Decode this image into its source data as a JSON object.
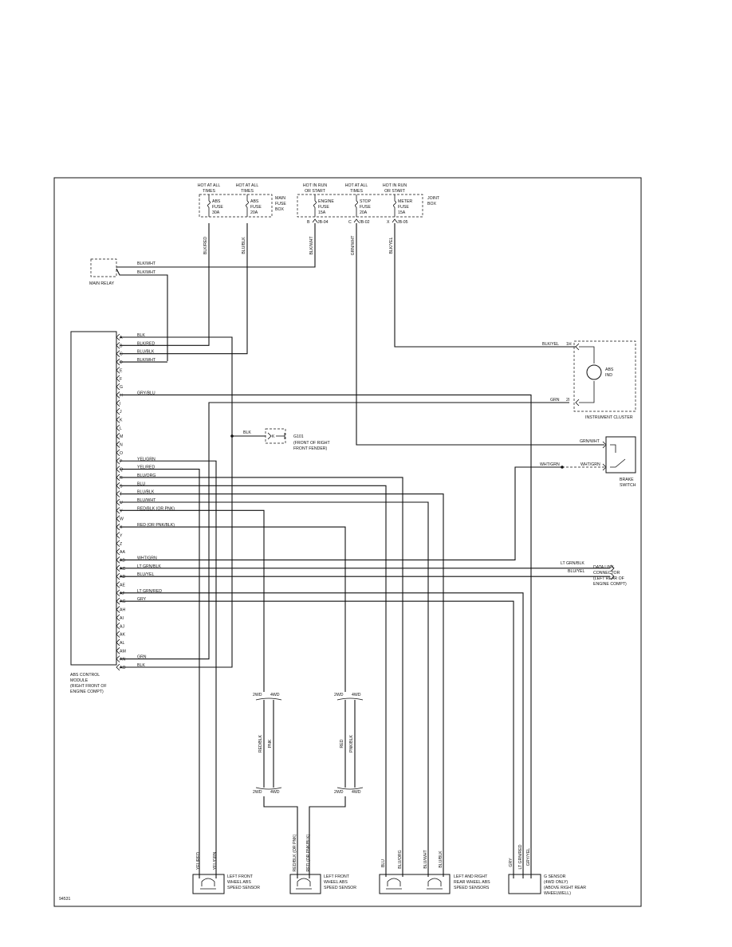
{
  "fig_id": "94531",
  "fuses": [
    {
      "hot": [
        "HOT AT ALL",
        "TIMES"
      ],
      "name": [
        "ABS",
        "FUSE",
        "30A"
      ]
    },
    {
      "hot": [
        "HOT AT ALL",
        "TIMES"
      ],
      "name": [
        "ABS",
        "FUSE",
        "20A"
      ]
    },
    {
      "hot": [
        "HOT IN RUN",
        "OR START"
      ],
      "name": [
        "ENGINE",
        "FUSE",
        "15A"
      ]
    },
    {
      "hot": [
        "HOT AT ALL",
        "TIMES"
      ],
      "name": [
        "STOP",
        "FUSE",
        "20A"
      ]
    },
    {
      "hot": [
        "HOT IN RUN",
        "OR START"
      ],
      "name": [
        "METER",
        "FUSE",
        "15A"
      ]
    }
  ],
  "main_fuse_box": [
    "MAIN",
    "FUSE",
    "BOX"
  ],
  "joint_box": [
    "JOINT",
    "BOX"
  ],
  "jb_pins": [
    {
      "pin": "B",
      "conn": "JB-04"
    },
    {
      "pin": "C",
      "conn": "JB-02"
    },
    {
      "pin": "X",
      "conn": "JB-05"
    }
  ],
  "top_wires": [
    "BLK/RED",
    "BLU/BLK",
    "BLK/WHT",
    "GRN/WHT",
    "BLK/YEL"
  ],
  "main_relay": {
    "label": "MAIN RELAY",
    "wires": [
      "BLK/WHT",
      "BLK/WHT"
    ]
  },
  "module_label": [
    "ABS CONTROL",
    "MODULE",
    "(RIGHT FRONT OF",
    "ENGINE COMPT)"
  ],
  "pins": [
    {
      "pin": "A",
      "wire": "BLK"
    },
    {
      "pin": "B",
      "wire": "BLK/RED"
    },
    {
      "pin": "C",
      "wire": "BLU/BLK"
    },
    {
      "pin": "D",
      "wire": "BLK/WHT"
    },
    {
      "pin": "E",
      "wire": ""
    },
    {
      "pin": "F",
      "wire": ""
    },
    {
      "pin": "G",
      "wire": ""
    },
    {
      "pin": "H",
      "wire": "GRY/BLU"
    },
    {
      "pin": "I",
      "wire": ""
    },
    {
      "pin": "J",
      "wire": ""
    },
    {
      "pin": "K",
      "wire": ""
    },
    {
      "pin": "L",
      "wire": ""
    },
    {
      "pin": "M",
      "wire": ""
    },
    {
      "pin": "N",
      "wire": ""
    },
    {
      "pin": "O",
      "wire": ""
    },
    {
      "pin": "P",
      "wire": "YEL/GRN"
    },
    {
      "pin": "Q",
      "wire": "YEL/RED"
    },
    {
      "pin": "R",
      "wire": "BLU/ORG"
    },
    {
      "pin": "S",
      "wire": "BLU"
    },
    {
      "pin": "T",
      "wire": "BLU/BLK"
    },
    {
      "pin": "U",
      "wire": "BLU/WHT"
    },
    {
      "pin": "V",
      "wire": "RED/BLK (OR PNK)"
    },
    {
      "pin": "W",
      "wire": ""
    },
    {
      "pin": "X",
      "wire": "RED (OR PNK/BLK)"
    },
    {
      "pin": "Y",
      "wire": ""
    },
    {
      "pin": "Z",
      "wire": ""
    },
    {
      "pin": "AA",
      "wire": ""
    },
    {
      "pin": "AB",
      "wire": "WHT/GRN"
    },
    {
      "pin": "AC",
      "wire": "LT GRN/BLK"
    },
    {
      "pin": "AD",
      "wire": "BLU/YEL"
    },
    {
      "pin": "AE",
      "wire": ""
    },
    {
      "pin": "AF",
      "wire": "LT GRN/RED"
    },
    {
      "pin": "AG",
      "wire": "GRY"
    },
    {
      "pin": "AH",
      "wire": ""
    },
    {
      "pin": "AI",
      "wire": ""
    },
    {
      "pin": "AJ",
      "wire": ""
    },
    {
      "pin": "AK",
      "wire": ""
    },
    {
      "pin": "AL",
      "wire": ""
    },
    {
      "pin": "AM",
      "wire": ""
    },
    {
      "pin": "AN",
      "wire": "GRN"
    },
    {
      "pin": "AO",
      "wire": "BLK"
    }
  ],
  "instrument_cluster": {
    "label": "INSTRUMENT CLUSTER",
    "lamp": [
      "ABS",
      "IND"
    ],
    "pin_top": "1H",
    "pin_bot": "2I",
    "wire_top": "BLK/YEL",
    "wire_bot": "GRN"
  },
  "ground": {
    "wire": "BLK",
    "id": "G101",
    "desc": [
      "(FRONT OF RIGHT",
      "FRONT FENDER)"
    ]
  },
  "brake_switch": {
    "label": [
      "BRAKE",
      "SWITCH"
    ],
    "wire_top": "GRN/WHT",
    "wire_a": "WHT/GRN",
    "wire_b": "WHT/GRN"
  },
  "data_link": {
    "label": [
      "DATA LINK",
      "CONNECTOR",
      "(LEFT REAR OF",
      "ENGINE COMPT)"
    ],
    "wire_a": "LT GRN/BLK",
    "wire_b": "BLU/YEL"
  },
  "drive_labels": {
    "two": "2WD",
    "four": "4WD"
  },
  "mid_wires": {
    "left_a": "RED/BLK",
    "left_b": "PNK",
    "right_a": "RED",
    "right_b": "PNK/BLK"
  },
  "sensors": [
    {
      "label": [
        "LEFT FRONT",
        "WHEEL ABS",
        "SPEED SENSOR"
      ],
      "wires": [
        "YEL/RED",
        "YEL/GRN"
      ]
    },
    {
      "label": [
        "LEFT FRONT",
        "WHEEL ABS",
        "SPEED SENSOR"
      ],
      "wires": [
        "RED/BLK (OR PNK)",
        "RED (OR PNK/BLK)"
      ]
    },
    {
      "label": [
        "LEFT AND RIGHT",
        "REAR WHEEL ABS",
        "SPEED SENSORS"
      ],
      "wires": [
        "BLU",
        "BLU/ORG",
        "BLU/WHT",
        "BLU/BLK"
      ]
    },
    {
      "label": [
        "G SENSOR",
        "(4WD ONLY)",
        "(ABOVE RIGHT REAR",
        "WHEELWELL)"
      ],
      "wires": [
        "GRY",
        "LT GRN/RED",
        "GRY/YEL"
      ]
    }
  ]
}
